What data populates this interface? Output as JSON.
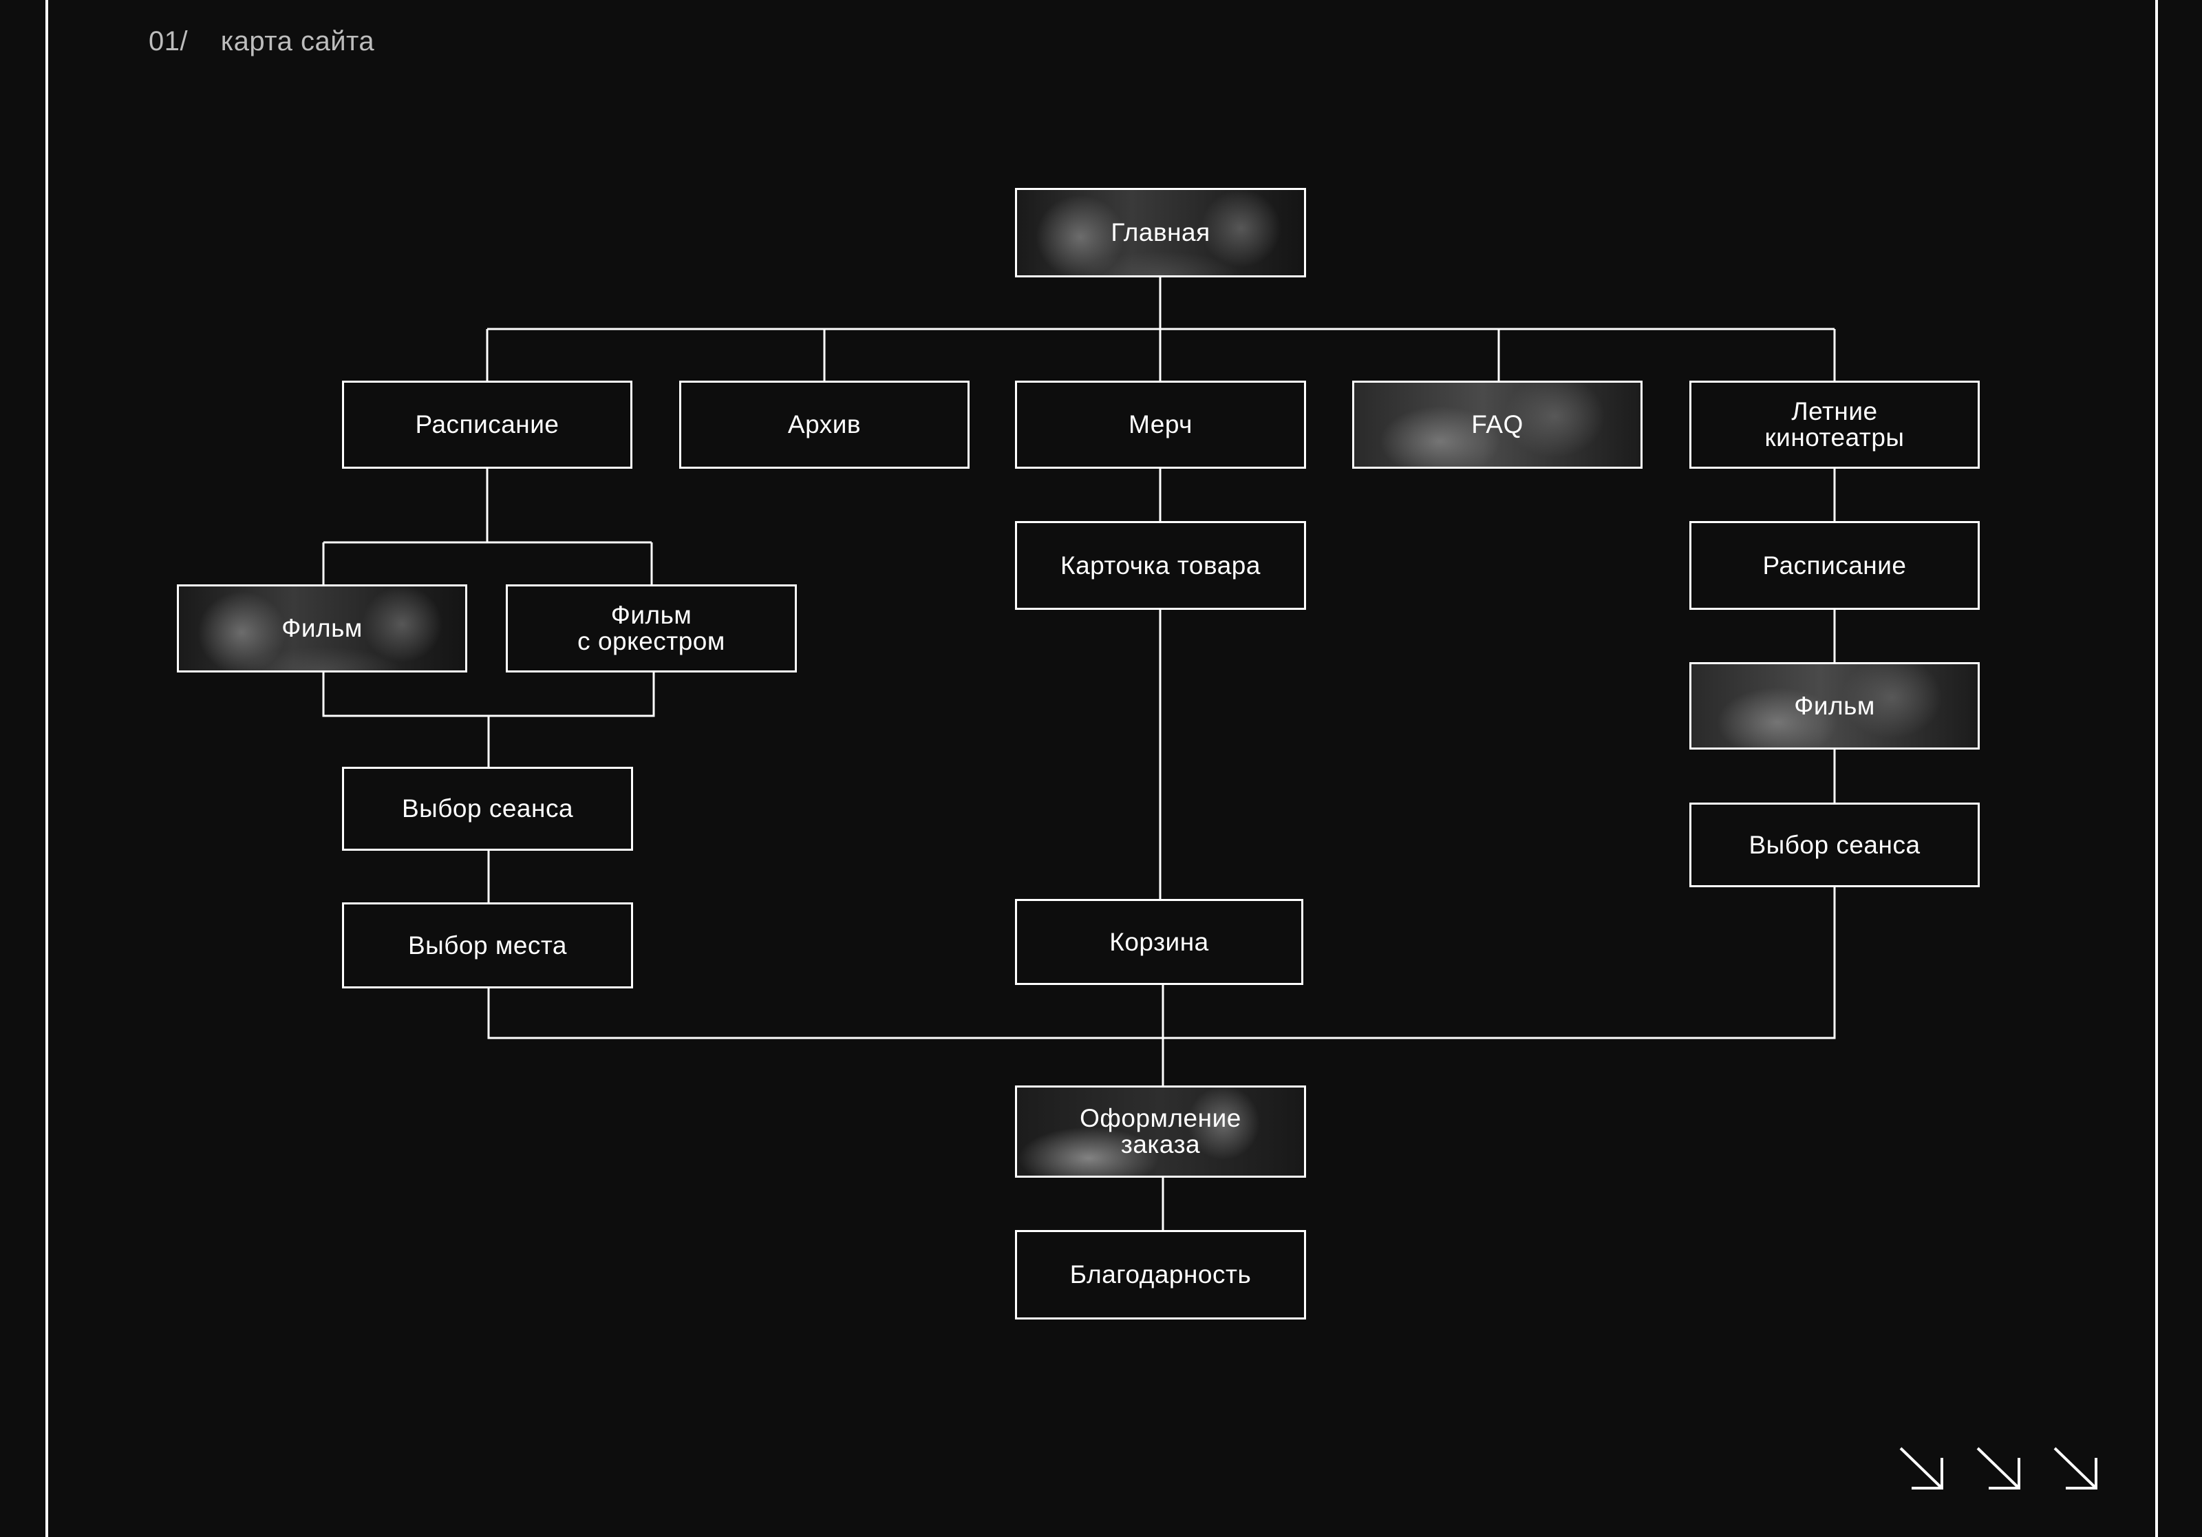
{
  "header": {
    "number": "01/",
    "title": "карта сайта"
  },
  "nodes": {
    "home": "Главная",
    "schedule": "Расписание",
    "archive": "Архив",
    "merch": "Мерч",
    "faq": "FAQ",
    "summer": "Летние\nкинотеатры",
    "film": "Фильм",
    "film_orchestra": "Фильм\nс оркестром",
    "session": "Выбор сеанса",
    "seat": "Выбор места",
    "product_card": "Карточка товара",
    "cart": "Корзина",
    "summer_schedule": "Расписание",
    "summer_film": "Фильм",
    "summer_session": "Выбор сеанса",
    "checkout": "Оформление\nзаказа",
    "thanks": "Благодарность"
  },
  "nav": {
    "arrow_icon": "arrow-down-right-icon",
    "count": 3
  },
  "colors": {
    "background": "#0d0d0d",
    "line": "#ffffff",
    "text": "#ffffff",
    "header_text": "#bdbdbd"
  }
}
